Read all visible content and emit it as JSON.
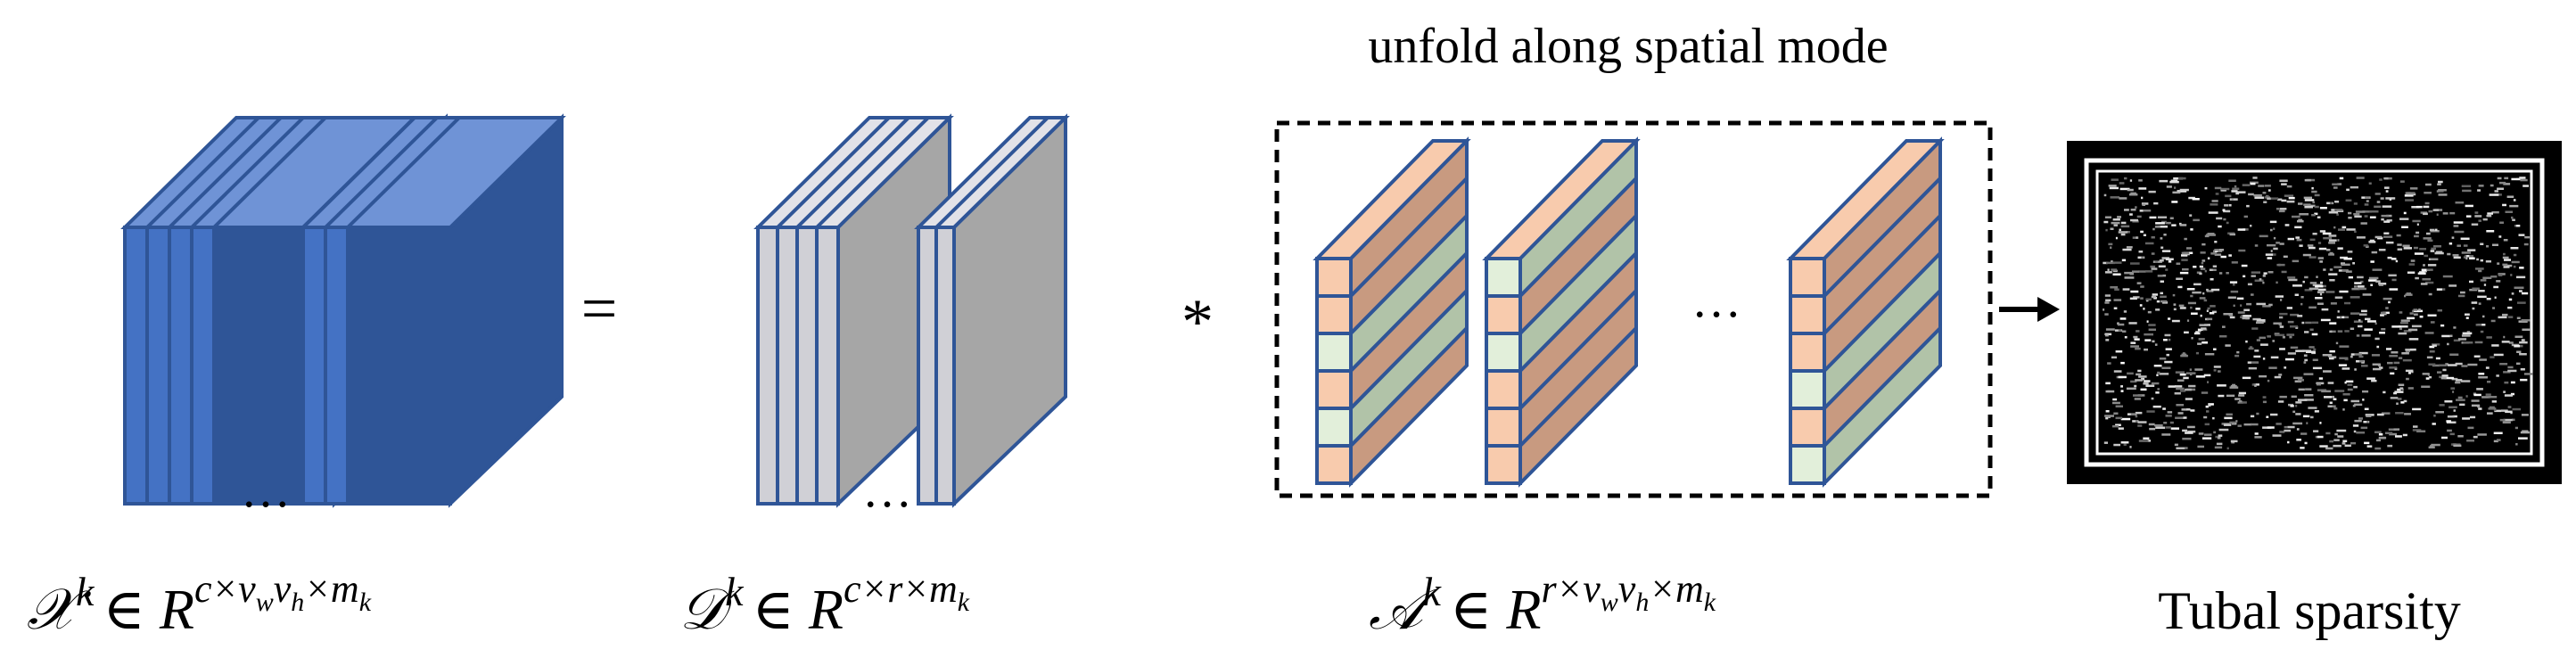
{
  "caption_top": "unfold along spatial mode",
  "operators": {
    "equals": "=",
    "times": "*",
    "arrow": "→"
  },
  "ellipsis": "…",
  "labels": {
    "x": {
      "sym": "𝒳",
      "sup": "k",
      "rel": "∈ R",
      "pow": "c×v",
      "pow_sub1": "w",
      "pow_mid": "v",
      "pow_sub2": "h",
      "pow_tail": "×m",
      "pow_sub3": "k"
    },
    "d": {
      "sym": "𝒟",
      "sup": "k",
      "rel": "∈ R",
      "pow": "c×r×m",
      "pow_sub3": "k"
    },
    "a": {
      "sym": "𝒜",
      "sup": "k",
      "rel": "∈ R",
      "pow": "r×v",
      "pow_sub1": "w",
      "pow_mid": "v",
      "pow_sub2": "h",
      "pow_tail": "×m",
      "pow_sub3": "k"
    },
    "tubal": "Tubal sparsity"
  },
  "colors": {
    "blue_front": "#4472c4",
    "blue_dark": "#2f5597",
    "blue_side": "#3a62ad",
    "blue_top": "#6f93d6",
    "gray_front": "#d0d0d6",
    "gray_side": "#a6a6a6",
    "gray_top": "#e2e2e8",
    "outline": "#2f5597",
    "peach": "#f8cbad",
    "peach_dark": "#c89a80",
    "mint": "#e2efda",
    "mint_dark": "#b1c3a8",
    "black": "#000000"
  }
}
